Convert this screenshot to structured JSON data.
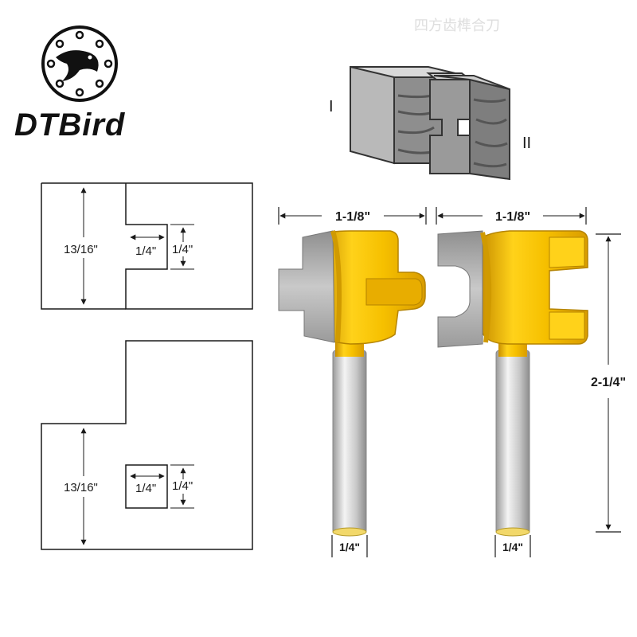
{
  "brand": {
    "name": "DTBird"
  },
  "watermark": {
    "text": "四方齿榫合刀"
  },
  "joint_diagram": {
    "part_left": "I",
    "part_right": "II"
  },
  "profile_top": {
    "height_label": "13/16\"",
    "width_label": "1/4\"",
    "depth_label": "1/4\""
  },
  "profile_bottom": {
    "height_label": "13/16\"",
    "width_label": "1/4\"",
    "depth_label": "1/4\""
  },
  "bit_left": {
    "width_label": "1-1/8\"",
    "shank_label": "1/4\""
  },
  "bit_right": {
    "width_label": "1-1/8\"",
    "shank_label": "1/4\"",
    "length_label": "2-1/4\""
  },
  "colors": {
    "carbide": "#a8a8a8",
    "body": "#f2b800",
    "shank": "#d4d4d4",
    "line": "#1a1a1a"
  }
}
